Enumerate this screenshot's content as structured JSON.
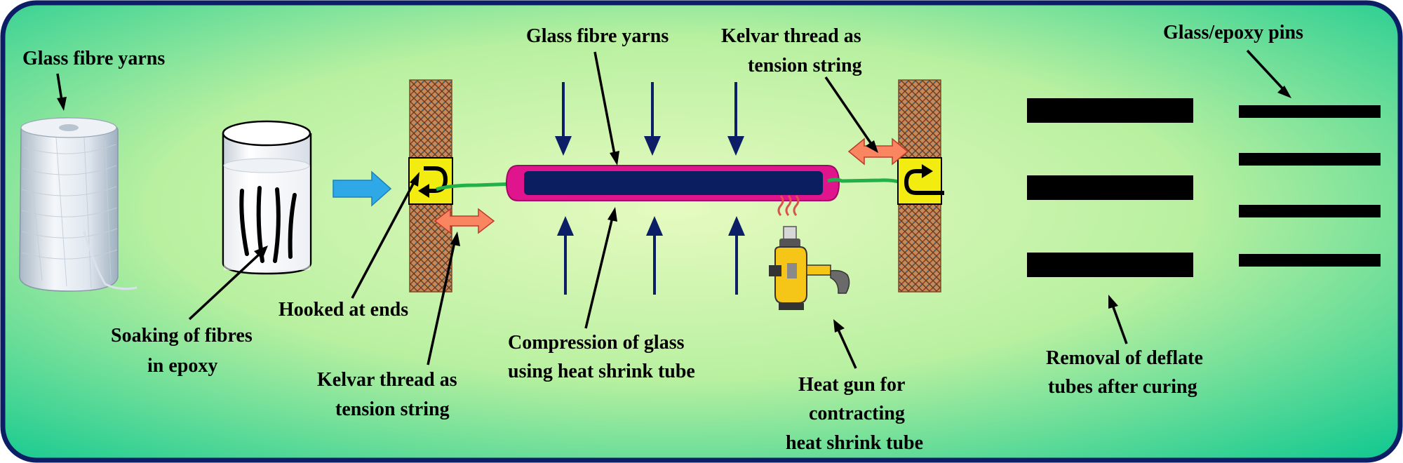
{
  "labels": {
    "yarn_spool": "Glass fibre yarns",
    "soaking_line1": "Soaking of fibres",
    "soaking_line2": "in epoxy",
    "hooked": "Hooked at ends",
    "kelvar_bottom_line1": "Kelvar thread as",
    "kelvar_bottom_line2": "tension string",
    "yarns_center": "Glass fibre yarns",
    "kelvar_top_line1": "Kelvar thread as",
    "kelvar_top_line2": "tension string",
    "compression_line1": "Compression of glass",
    "compression_line2": "using heat shrink tube",
    "heatgun_line1": "Heat gun for",
    "heatgun_line2": "contracting",
    "heatgun_line3": "heat shrink tube",
    "removal_line1": "Removal of deflate",
    "removal_line2": "tubes after curing",
    "pins": "Glass/epoxy pins"
  },
  "colors": {
    "frame": "#0c1f66",
    "bg_center": "#e6fac0",
    "bg_edge": "#10c890",
    "tube_outer": "#e0148c",
    "tube_inner": "#0a1e60",
    "kelvar_thread": "#22b04a",
    "push_arrow": "#0c1f66",
    "tension_arrow": "#f98660",
    "feed_arrow": "#2fa8e8",
    "hook_block": "#f2ec10",
    "bar": "#000000"
  }
}
